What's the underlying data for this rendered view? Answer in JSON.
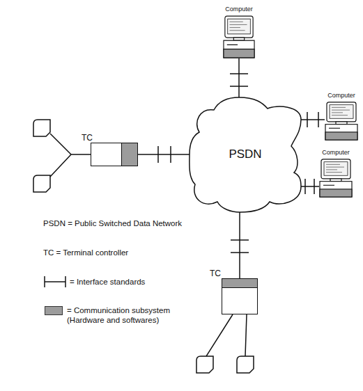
{
  "diagram": {
    "nodes": [
      {
        "text": [
          "Computer"
        ]
      },
      {
        "text": [
          "Computer"
        ]
      },
      {
        "text": [
          "TC"
        ]
      },
      {
        "text": [
          "PSDN"
        ]
      },
      {
        "text": [
          "Computer"
        ]
      },
      {
        "text": [
          "TC"
        ]
      }
    ],
    "edges": [
      {
        "from": 0,
        "to": 3,
        "arrow": "none"
      },
      {
        "from": 1,
        "to": 3,
        "arrow": "none"
      },
      {
        "from": 2,
        "to": 3,
        "arrow": "none"
      },
      {
        "from": 4,
        "to": 3,
        "arrow": "none"
      },
      {
        "from": 3,
        "to": 5,
        "arrow": "none"
      }
    ],
    "labels": [
      "PSDN = Public Switched Data Network",
      "TC = Terminal controller"
    ],
    "legend": [
      {
        "text": "= Interface standards"
      },
      {
        "text": "= Communication subsystem (Hardware and softwares)",
        "color": "#9c9c9c"
      }
    ]
  }
}
